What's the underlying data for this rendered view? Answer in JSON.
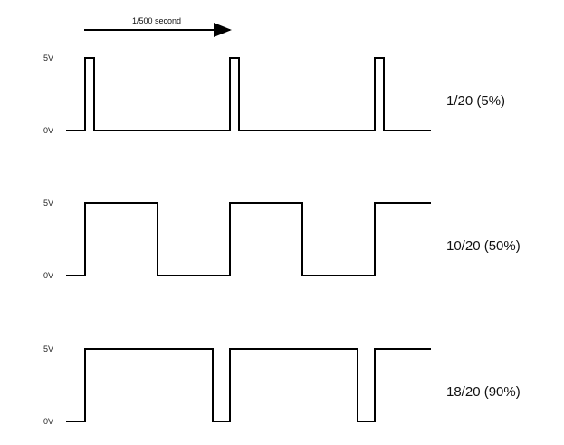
{
  "period_label": "1/500 second",
  "high_label": "5V",
  "low_label": "0V",
  "waveforms": [
    {
      "label": "1/20 (5%)",
      "duty": 0.0625
    },
    {
      "label": "10/20 (50%)",
      "duty": 0.5
    },
    {
      "label": "18/20 (90%)",
      "duty": 0.88
    }
  ],
  "cycles": 3,
  "color": "#000000"
}
